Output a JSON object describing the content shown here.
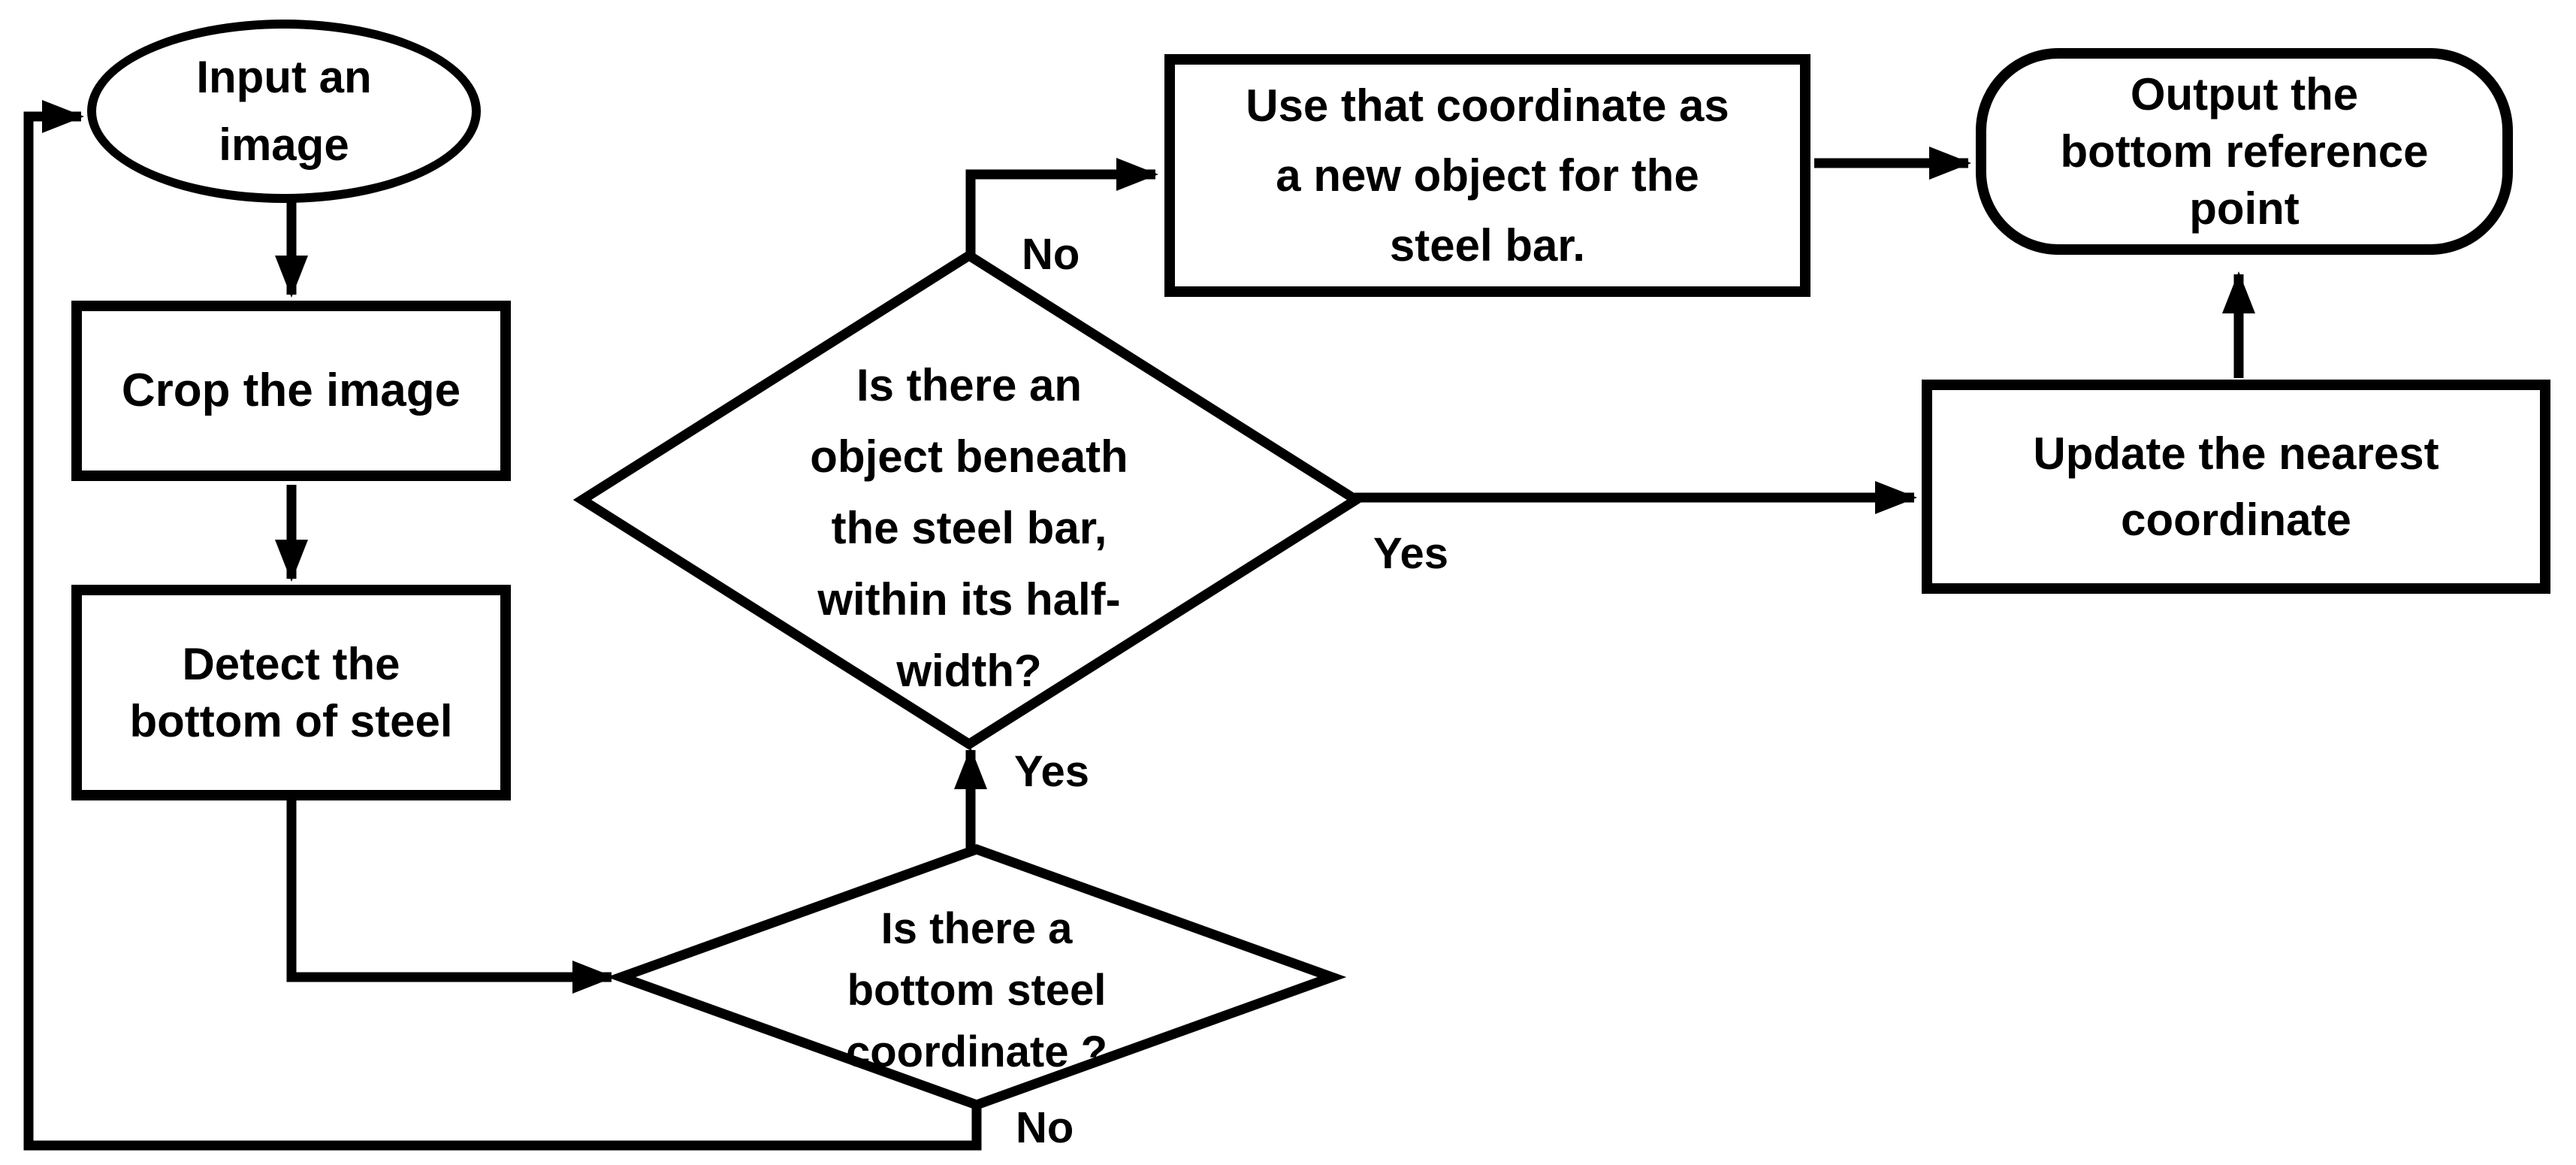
{
  "diagram": {
    "background": "#ffffff",
    "stroke_color": "#000000",
    "nodes": {
      "input": {
        "type": "terminator",
        "label": "Input an\nimage"
      },
      "crop": {
        "type": "process",
        "label": "Crop the image"
      },
      "detect": {
        "type": "process",
        "label": "Detect the\nbottom of steel"
      },
      "coord_decision": {
        "type": "decision",
        "label": "Is there a\nbottom steel\ncoordinate ?"
      },
      "object_decision": {
        "type": "decision",
        "label": "Is there an\nobject beneath\nthe steel bar,\nwithin its half-\nwidth?"
      },
      "use_coordinate": {
        "type": "process",
        "label": "Use that coordinate as\na new object for the\nsteel bar."
      },
      "output": {
        "type": "terminator",
        "label": "Output the\nbottom reference\npoint"
      },
      "update": {
        "type": "process",
        "label": "Update the nearest\ncoordinate"
      }
    },
    "edge_labels": {
      "coord_yes": "Yes",
      "coord_no": "No",
      "object_no": "No",
      "object_yes": "Yes"
    }
  }
}
